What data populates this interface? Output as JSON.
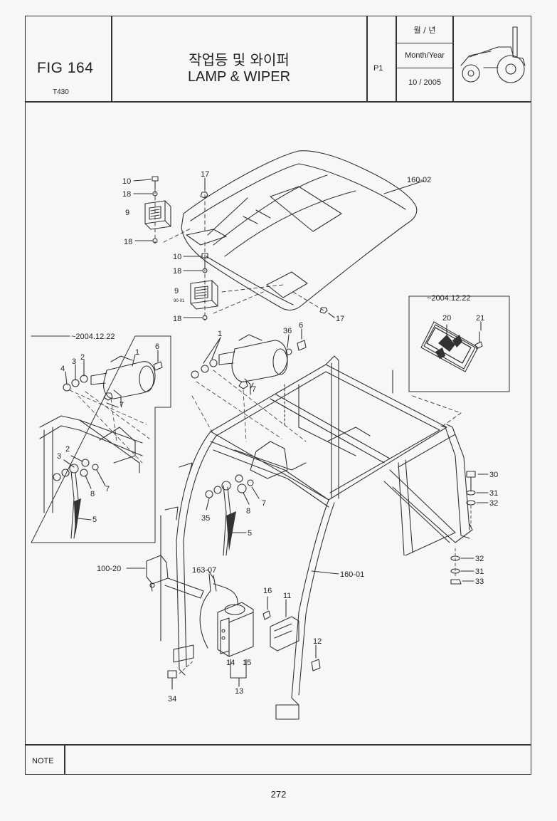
{
  "header": {
    "fig_no": "FIG 164",
    "model": "T430",
    "title_ko": "작업등 및 와이퍼",
    "title_en": "LAMP & WIPER",
    "page_ref": "P1",
    "month_year_ko": "월 / 년",
    "month_year_en": "Month/Year",
    "month_year_value": "10 / 2005",
    "tractor_icon": "tractor-icon"
  },
  "diagram": {
    "inset_left_date": "~2004.12.22",
    "inset_right_date": "~2004.12.22",
    "labels": {
      "l_10a": "10",
      "l_18a": "18",
      "l_9a": "9",
      "l_18b": "18",
      "l_17a": "17",
      "l_16002": "160-02",
      "l_10b": "10",
      "l_18c": "18",
      "l_9b": "9",
      "l_9001": "90-01",
      "l_18d": "18",
      "l_17b": "17",
      "l_20": "20",
      "l_21": "21",
      "l_1a": "1",
      "l_36": "36",
      "l_6a": "6",
      "l_7a": "7",
      "li_4": "4",
      "li_3a": "3",
      "li_2a": "2",
      "li_1": "1",
      "li_6": "6",
      "li_7a": "7",
      "li_2b": "2",
      "li_3b": "3",
      "li_8": "8",
      "li_7b": "7",
      "li_5": "5",
      "l_35": "35",
      "l_8": "8",
      "l_7b": "7",
      "l_5": "5",
      "l_30": "30",
      "l_31a": "31",
      "l_32a": "32",
      "l_32b": "32",
      "l_31b": "31",
      "l_33": "33",
      "l_10020": "100-20",
      "l_16307": "163-07",
      "l_16001": "160-01",
      "l_16": "16",
      "l_11": "11",
      "l_12": "12",
      "l_14": "14",
      "l_15": "15",
      "l_13": "13",
      "l_34": "34"
    }
  },
  "footer": {
    "note_label": "NOTE",
    "page_number": "272"
  }
}
